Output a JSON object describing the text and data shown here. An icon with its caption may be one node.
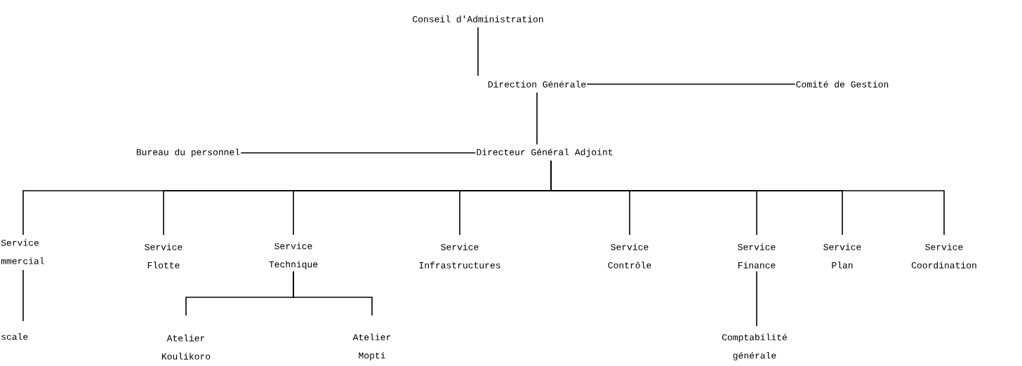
{
  "diagram": {
    "nodes": [
      {
        "text": [
          "Conseil d'Administration"
        ]
      },
      {
        "text": [
          "Direction Générale"
        ]
      },
      {
        "text": [
          "Comité de Gestion"
        ]
      },
      {
        "text": [
          "Bureau du personnel"
        ]
      },
      {
        "text": [
          "Directeur Général Adjoint"
        ]
      },
      {
        "text": [
          "Service mmercial"
        ]
      },
      {
        "text": [
          "Service Flotte"
        ]
      },
      {
        "text": [
          "Service Technique"
        ]
      },
      {
        "text": [
          "Service Infrastructures"
        ]
      },
      {
        "text": [
          "Service Contrôle"
        ]
      },
      {
        "text": [
          "Service Finance"
        ]
      },
      {
        "text": [
          "Service Plan"
        ]
      },
      {
        "text": [
          "Service Coordination"
        ]
      },
      {
        "text": [
          "scale"
        ]
      },
      {
        "text": [
          "Atelier Koulikoro"
        ]
      },
      {
        "text": [
          "Atelier Mopti"
        ]
      },
      {
        "text": [
          "Comptabilité générale"
        ]
      }
    ],
    "edges": [
      {
        "from": 0,
        "to": 1,
        "arrow": "none"
      },
      {
        "from": 1,
        "to": 2,
        "arrow": "none"
      },
      {
        "from": 1,
        "to": 4,
        "arrow": "none"
      },
      {
        "from": 3,
        "to": 4,
        "arrow": "none"
      },
      {
        "from": 4,
        "to": 5,
        "arrow": "none"
      },
      {
        "from": 4,
        "to": 6,
        "arrow": "none"
      },
      {
        "from": 4,
        "to": 7,
        "arrow": "none"
      },
      {
        "from": 4,
        "to": 8,
        "arrow": "none"
      },
      {
        "from": 4,
        "to": 9,
        "arrow": "none"
      },
      {
        "from": 4,
        "to": 10,
        "arrow": "none"
      },
      {
        "from": 4,
        "to": 11,
        "arrow": "none"
      },
      {
        "from": 4,
        "to": 12,
        "arrow": "none"
      },
      {
        "from": 5,
        "to": 13,
        "arrow": "none"
      },
      {
        "from": 7,
        "to": 14,
        "arrow": "none"
      },
      {
        "from": 7,
        "to": 15,
        "arrow": "none"
      },
      {
        "from": 10,
        "to": 16,
        "arrow": "none"
      }
    ]
  }
}
